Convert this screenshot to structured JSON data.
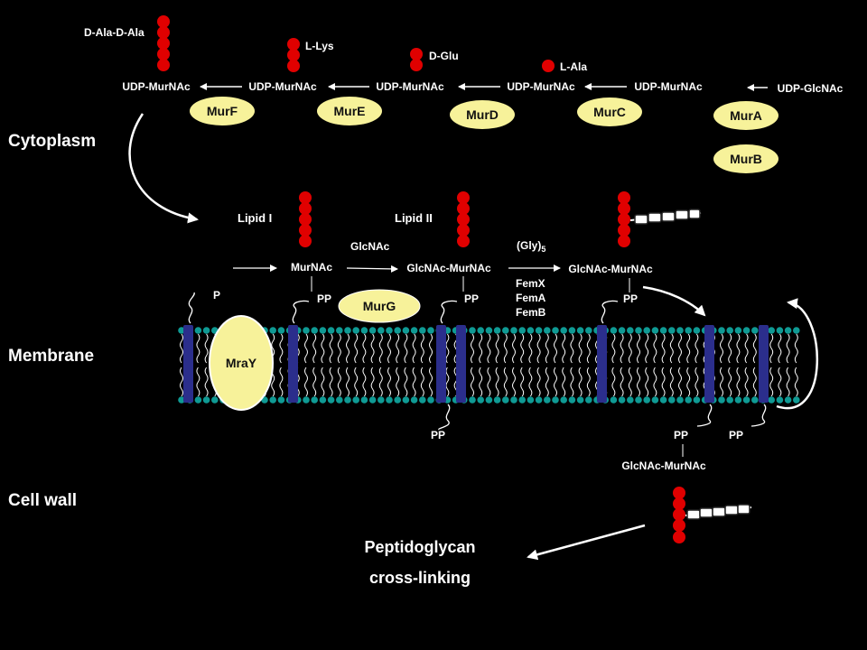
{
  "sections": {
    "cytoplasm": "Cytoplasm",
    "membrane": "Membrane",
    "cell_wall": "Cell wall"
  },
  "colors": {
    "background": "#000000",
    "enzyme_fill": "#f7f29a",
    "amino_acid": "#e00000",
    "membrane_protein": "#2b2e8c",
    "lipid_head": "#0f9a94",
    "text": "#ffffff"
  },
  "cytoplasm_chain": {
    "substrates": {
      "udp_glcnac": "UDP-GlcNAc",
      "udp_murnac_1": "UDP-MurNAc",
      "udp_murnac_2": "UDP-MurNAc",
      "udp_murnac_3": "UDP-MurNAc",
      "udp_murnac_4": "UDP-MurNAc",
      "udp_murnac_5": "UDP-MurNAc"
    },
    "added_residues": {
      "l_ala": "L-Ala",
      "d_glu": "D-Glu",
      "l_lys": "L-Lys",
      "d_ala_d_ala": "D-Ala-D-Ala"
    },
    "enzymes": {
      "mura": "MurA",
      "murb": "MurB",
      "murc": "MurC",
      "murd": "MurD",
      "mure": "MurE",
      "murf": "MurF"
    }
  },
  "membrane_steps": {
    "lipid_i": "Lipid I",
    "lipid_ii": "Lipid II",
    "glcnac_added": "GlcNAc",
    "gly5": "(Gly)",
    "gly5_sub": "5",
    "murnac": "MurNAc",
    "glcnac_murnac_1": "GlcNAc-MurNAc",
    "glcnac_murnac_2": "GlcNAc-MurNAc",
    "glcnac_murnac_3": "GlcNAc-MurNAc",
    "fem_enzymes": [
      "FemX",
      "FemA",
      "FemB"
    ],
    "murg": "MurG",
    "mray": "MraY",
    "p": "P",
    "pp": "PP"
  },
  "outcome": {
    "line1": "Peptidoglycan",
    "line2": "cross-linking"
  }
}
